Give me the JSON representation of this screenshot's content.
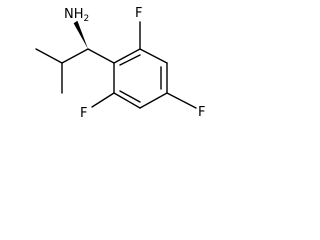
{
  "molecule": {
    "atoms": {
      "amine": {
        "symbol": "N",
        "hydrogens": "H",
        "count": "2"
      },
      "fluorine_top": {
        "symbol": "F"
      },
      "fluorine_right": {
        "symbol": "F"
      },
      "fluorine_bottom_left": {
        "symbol": "F"
      }
    },
    "stereo_bond": "solid-wedge",
    "line_color": "#000000",
    "background_color": "#ffffff"
  }
}
